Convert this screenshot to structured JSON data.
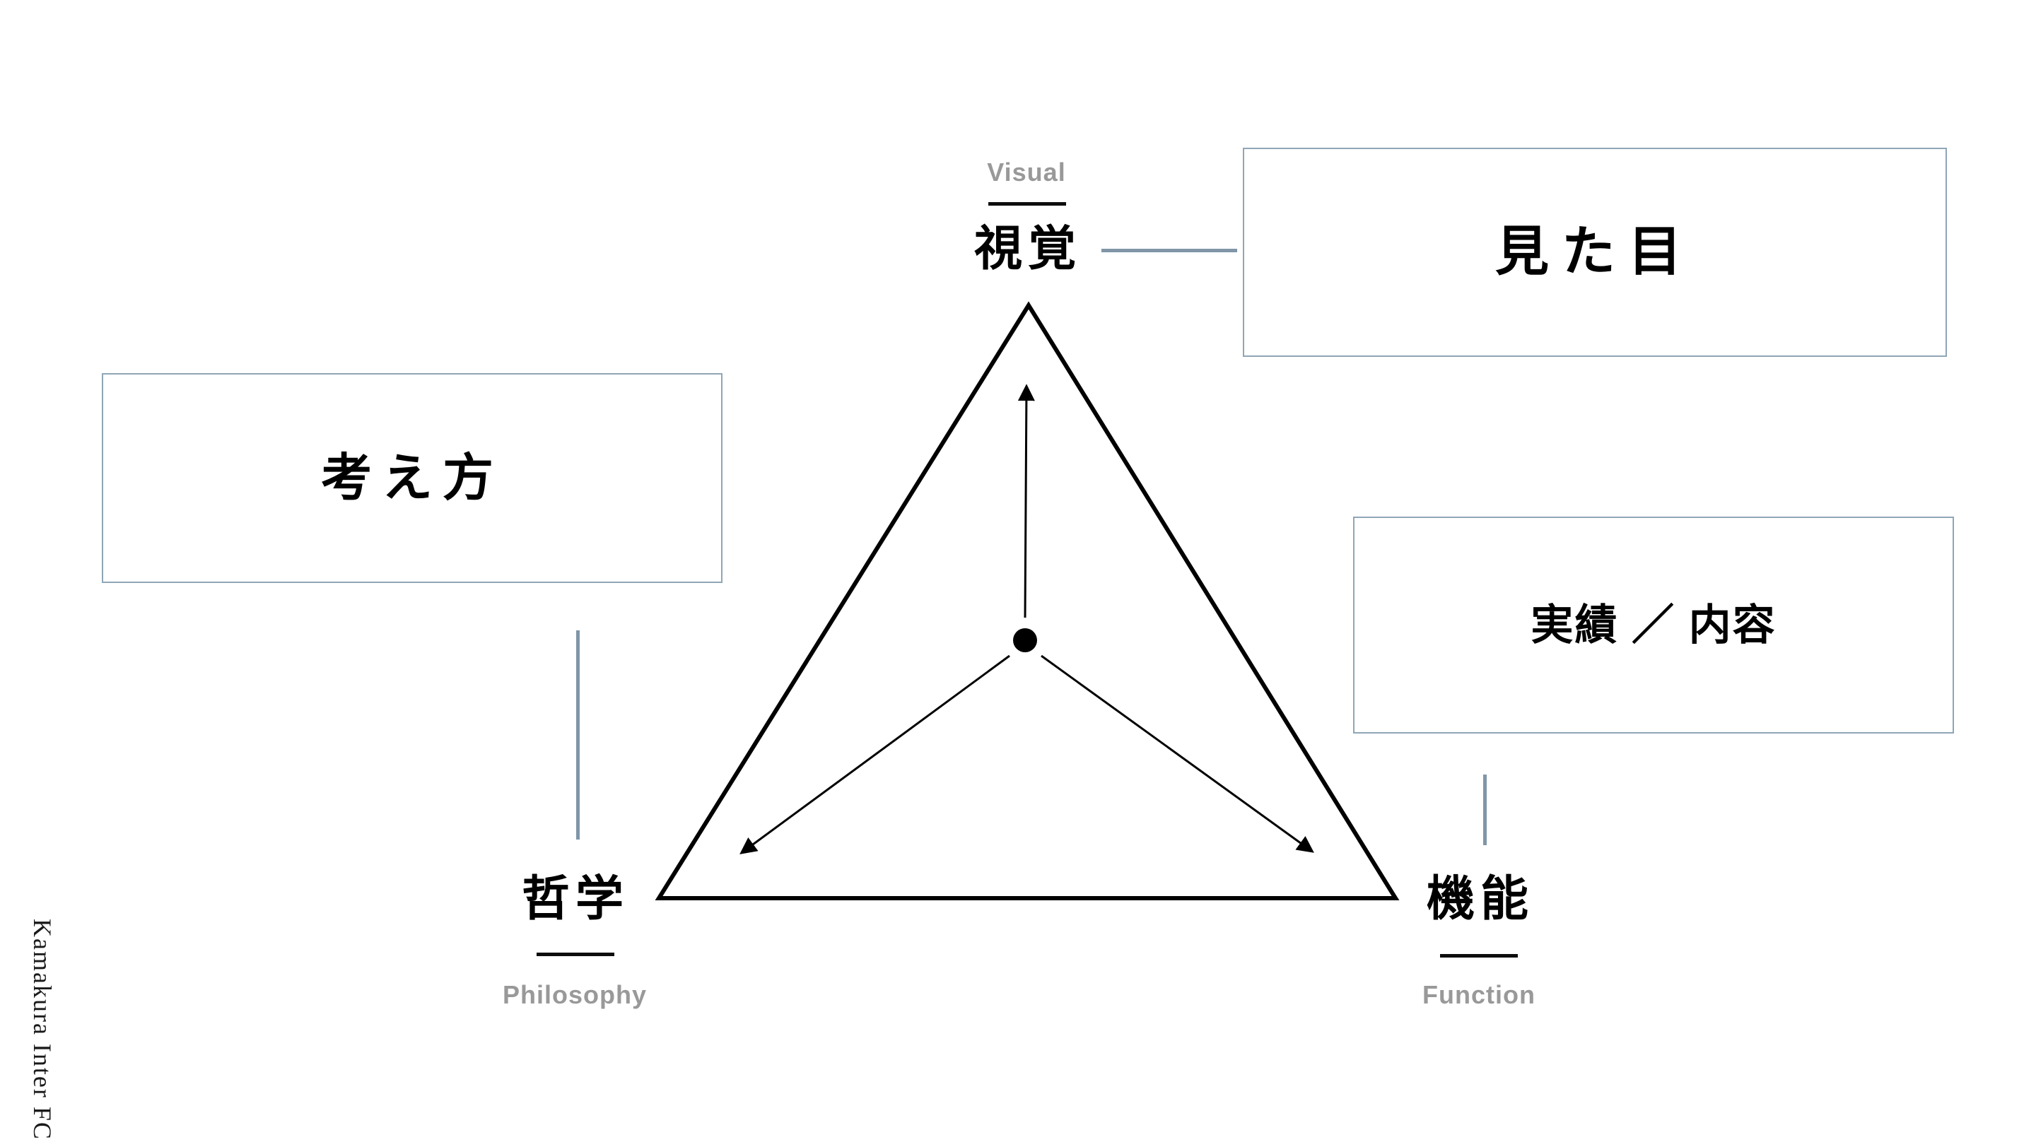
{
  "diagram": {
    "watermark": "Kamakura Inter FC",
    "nodes": {
      "visual": {
        "en": "Visual",
        "ja": "視覚"
      },
      "philosophy": {
        "ja": "哲学",
        "en": "Philosophy"
      },
      "function": {
        "ja": "機能",
        "en": "Function"
      }
    },
    "callouts": {
      "visual_note": "見た目",
      "philosophy_note": "考え方",
      "function_note": "実績 ／ 内容"
    },
    "colors": {
      "accent_line": "#8096a8",
      "box_border": "#8fa6b6",
      "gray_label": "#999999",
      "ink": "#000000"
    }
  }
}
